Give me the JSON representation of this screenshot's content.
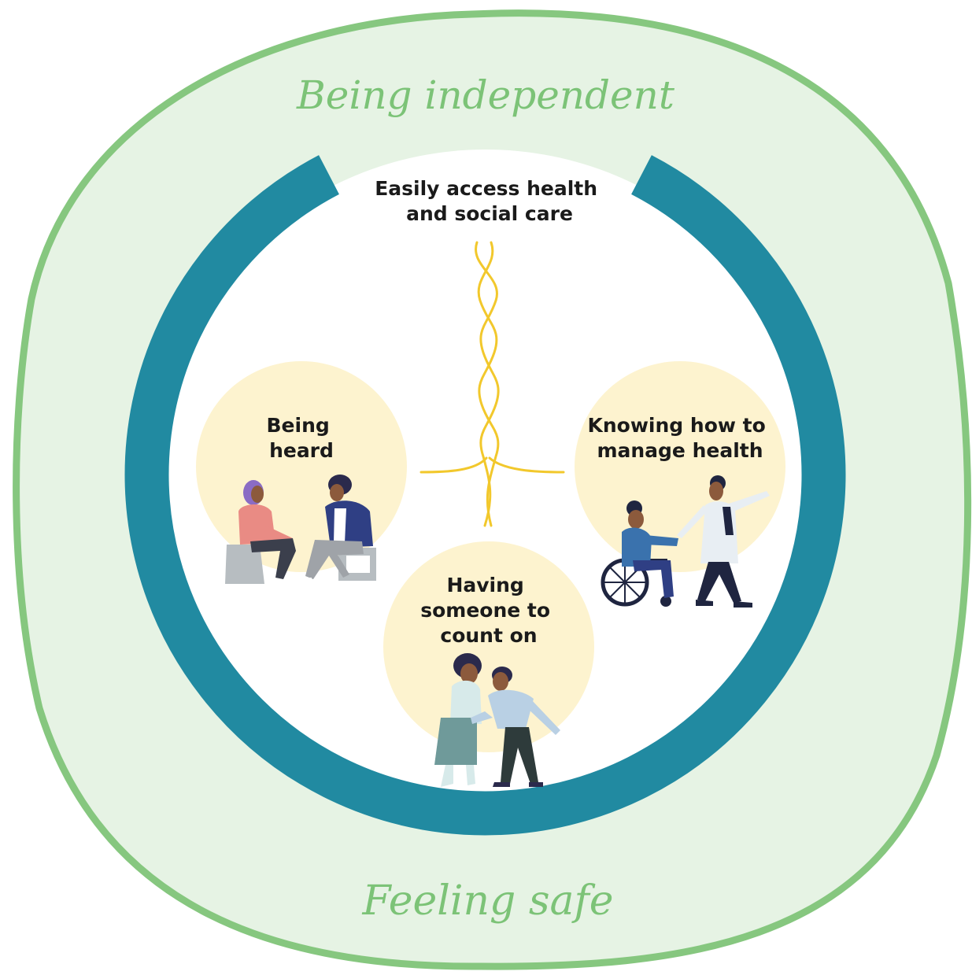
{
  "diagram": {
    "outer_label_top": "Being independent",
    "outer_label_bottom": "Feeling safe",
    "top_label": [
      "Easily access health",
      "and social care"
    ],
    "nodes": [
      {
        "id": "being-heard",
        "lines": [
          "Being",
          "heard"
        ]
      },
      {
        "id": "someone-to-count-on",
        "lines": [
          "Having",
          "someone to",
          "count on"
        ]
      },
      {
        "id": "manage-health",
        "lines": [
          "Knowing how to",
          "manage health"
        ]
      }
    ],
    "colors": {
      "outer_fill": "#e6f3e4",
      "outer_stroke": "#86c77f",
      "label_green": "#7cc377",
      "ring_teal": "#218aa1",
      "node_fill": "#fdf3cf",
      "thread_yellow": "#f2c82c"
    }
  }
}
